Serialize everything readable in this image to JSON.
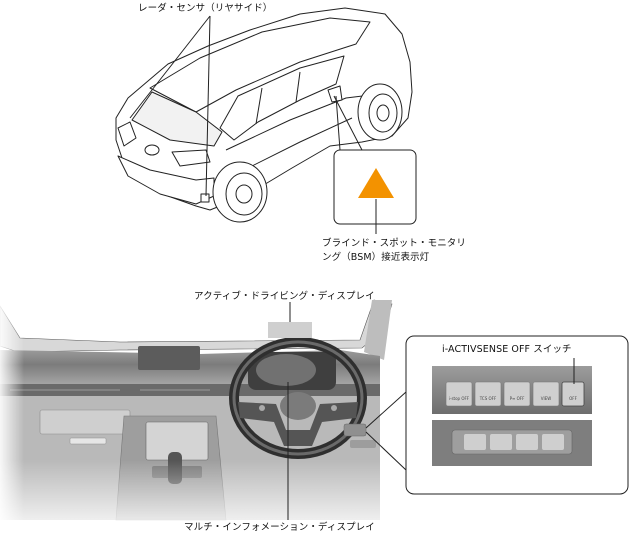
{
  "labels": {
    "radar_sensor": "レーダ・センサ（リヤサイド）",
    "bsm_line1": "ブラインド・スポット・モニタリ",
    "bsm_line2": "ング（BSM）接近表示灯",
    "active_driving_display": "アクティブ・ドライビング・ディスプレイ",
    "multi_info_display": "マルチ・インフォメーション・ディスプレイ",
    "switch_title": "i-ACTIVSENSE OFF スイッチ"
  },
  "switch_panel": {
    "buttons": [
      "i-stop OFF",
      "TCS OFF",
      "P≡ OFF",
      "VIEW",
      "OFF"
    ]
  },
  "colors": {
    "warning_triangle": "#f39200",
    "dash_dark": "#4a4a4a",
    "dash_mid": "#8a8a8a",
    "dash_light": "#c8c8c8",
    "hud_gray": "#cfcfcf"
  }
}
